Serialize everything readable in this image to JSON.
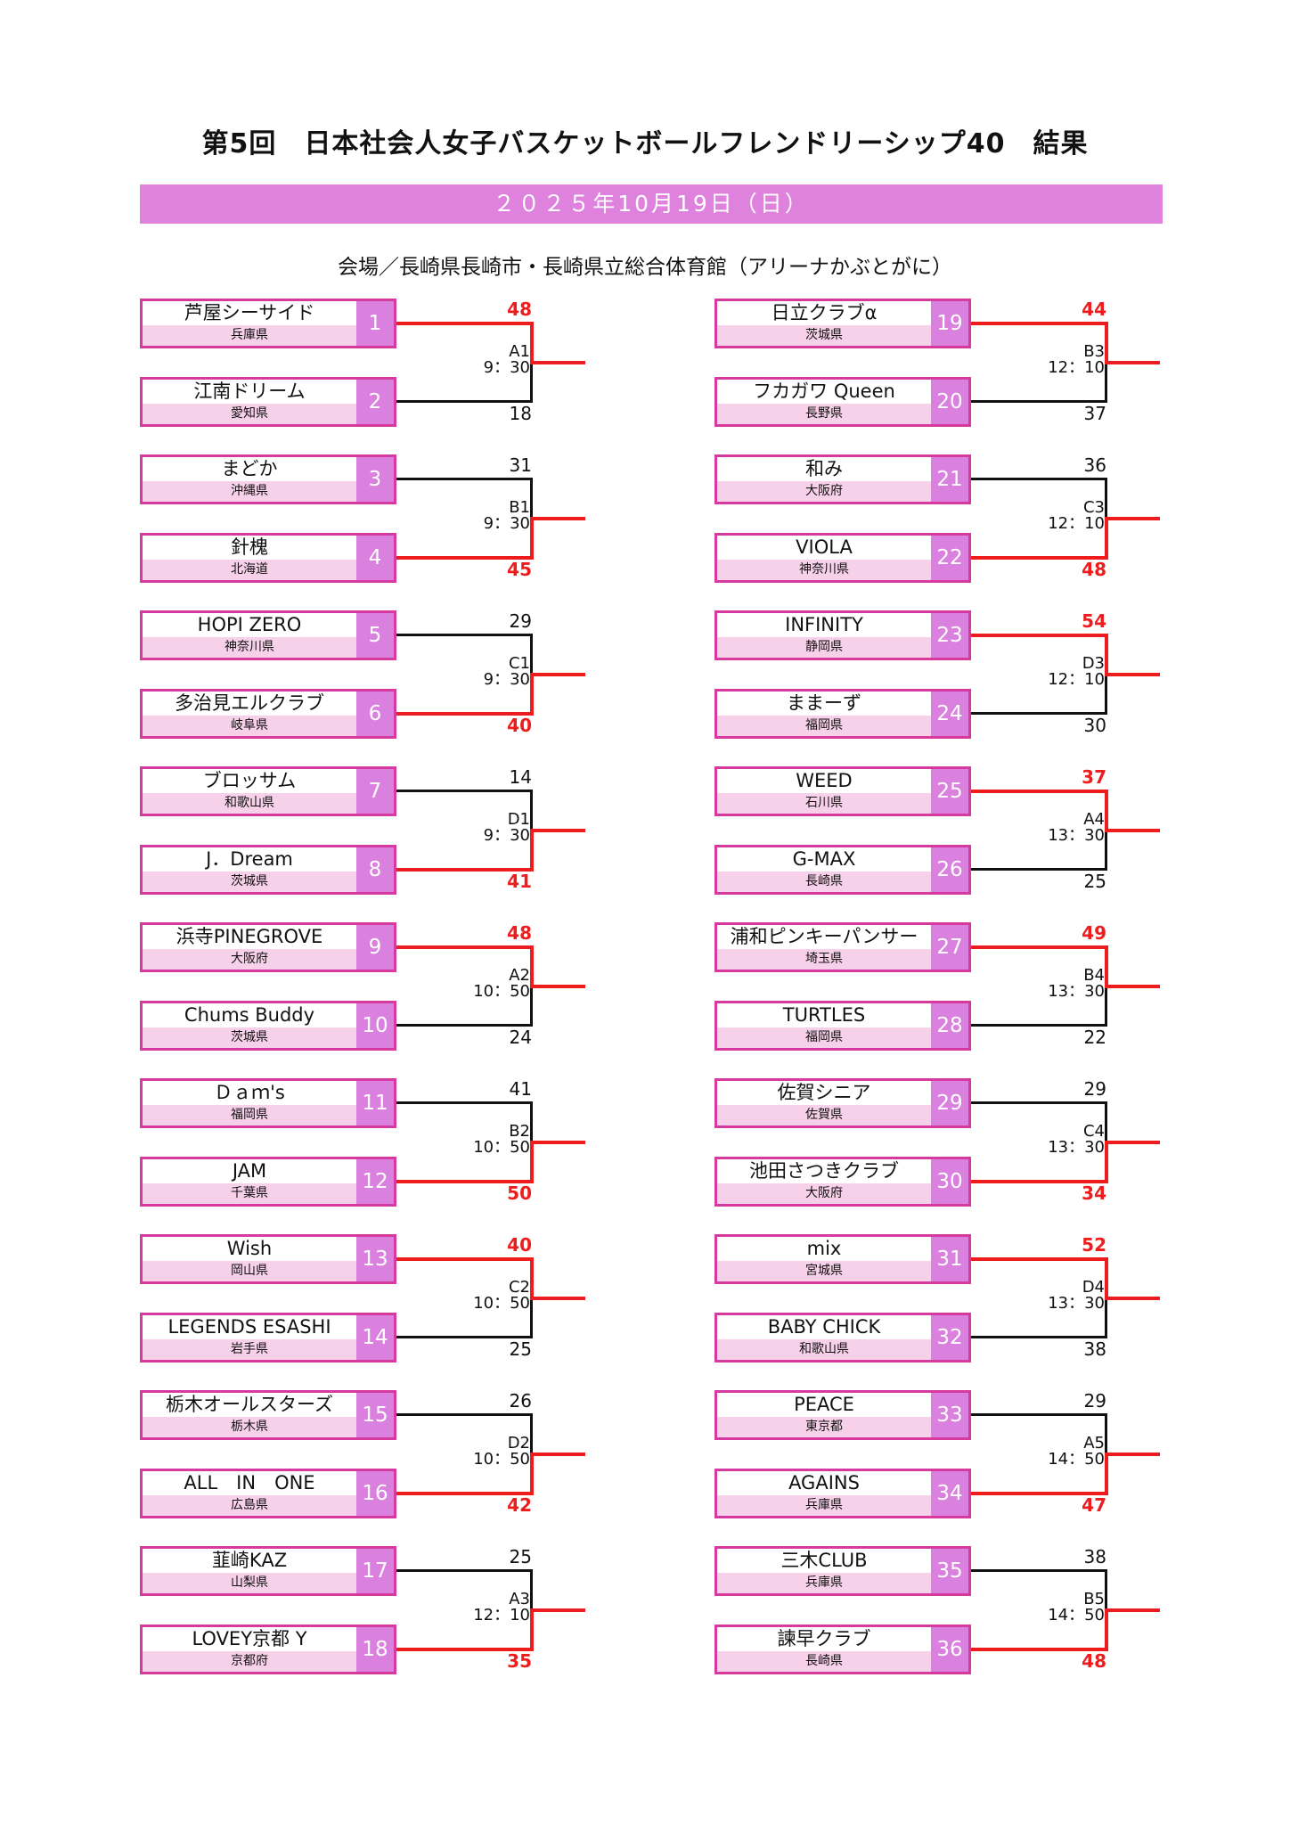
{
  "header": {
    "title": "第5回　日本社会人女子バスケットボールフレンドリーシップ40　結果",
    "date": "２０２５年10月19日（日）",
    "venue": "会場／長崎県長崎市・長崎県立総合体育館（アリーナかぶとがに）"
  },
  "colors": {
    "accent_bar": "#de82de",
    "team_border": "#d63a9e",
    "pref_bg": "#f7d0e9",
    "number_bg": "#da80df",
    "winner_line": "#ee1c1c",
    "loser_line": "#111111"
  },
  "teams": [
    {
      "no": "1",
      "name": "芦屋シーサイド",
      "pref": "兵庫県"
    },
    {
      "no": "2",
      "name": "江南ドリーム",
      "pref": "愛知県"
    },
    {
      "no": "3",
      "name": "まどか",
      "pref": "沖縄県"
    },
    {
      "no": "4",
      "name": "針槐",
      "pref": "北海道"
    },
    {
      "no": "5",
      "name": "HOPI ZERO",
      "pref": "神奈川県"
    },
    {
      "no": "6",
      "name": "多治見エルクラブ",
      "pref": "岐阜県"
    },
    {
      "no": "7",
      "name": "ブロッサム",
      "pref": "和歌山県"
    },
    {
      "no": "8",
      "name": "J．Dream",
      "pref": "茨城県"
    },
    {
      "no": "9",
      "name": "浜寺PINEGROVE",
      "pref": "大阪府"
    },
    {
      "no": "10",
      "name": "Chums Buddy",
      "pref": "茨城県"
    },
    {
      "no": "11",
      "name": "Ｄａｍ's",
      "pref": "福岡県"
    },
    {
      "no": "12",
      "name": "JAM",
      "pref": "千葉県"
    },
    {
      "no": "13",
      "name": "Wish",
      "pref": "岡山県"
    },
    {
      "no": "14",
      "name": "LEGENDS ESASHI",
      "pref": "岩手県"
    },
    {
      "no": "15",
      "name": "栃木オールスターズ",
      "pref": "栃木県"
    },
    {
      "no": "16",
      "name": "ALL　IN　ONE",
      "pref": "広島県"
    },
    {
      "no": "17",
      "name": "韮崎KAZ",
      "pref": "山梨県"
    },
    {
      "no": "18",
      "name": "LOVEY京都 Y",
      "pref": "京都府"
    },
    {
      "no": "19",
      "name": "日立クラブα",
      "pref": "茨城県"
    },
    {
      "no": "20",
      "name": "フカガワ Queen",
      "pref": "長野県"
    },
    {
      "no": "21",
      "name": "和み",
      "pref": "大阪府"
    },
    {
      "no": "22",
      "name": "VIOLA",
      "pref": "神奈川県"
    },
    {
      "no": "23",
      "name": "INFINITY",
      "pref": "静岡県"
    },
    {
      "no": "24",
      "name": "ままーず",
      "pref": "福岡県"
    },
    {
      "no": "25",
      "name": "WEED",
      "pref": "石川県"
    },
    {
      "no": "26",
      "name": "G-MAX",
      "pref": "長崎県"
    },
    {
      "no": "27",
      "name": "浦和ピンキーパンサー",
      "pref": "埼玉県"
    },
    {
      "no": "28",
      "name": "TURTLES",
      "pref": "福岡県"
    },
    {
      "no": "29",
      "name": "佐賀シニア",
      "pref": "佐賀県"
    },
    {
      "no": "30",
      "name": "池田さつきクラブ",
      "pref": "大阪府"
    },
    {
      "no": "31",
      "name": "mix",
      "pref": "宮城県"
    },
    {
      "no": "32",
      "name": "BABY CHICK",
      "pref": "和歌山県"
    },
    {
      "no": "33",
      "name": "PEACE",
      "pref": "東京都"
    },
    {
      "no": "34",
      "name": "AGAINS",
      "pref": "兵庫県"
    },
    {
      "no": "35",
      "name": "三木CLUB",
      "pref": "兵庫県"
    },
    {
      "no": "36",
      "name": "諫早クラブ",
      "pref": "長崎県"
    }
  ],
  "matches": [
    {
      "code": "A1",
      "time": "9：30",
      "top_score": "48",
      "bottom_score": "18",
      "winner": "top"
    },
    {
      "code": "B1",
      "time": "9：30",
      "top_score": "31",
      "bottom_score": "45",
      "winner": "bottom"
    },
    {
      "code": "C1",
      "time": "9：30",
      "top_score": "29",
      "bottom_score": "40",
      "winner": "bottom"
    },
    {
      "code": "D1",
      "time": "9：30",
      "top_score": "14",
      "bottom_score": "41",
      "winner": "bottom"
    },
    {
      "code": "A2",
      "time": "10：50",
      "top_score": "48",
      "bottom_score": "24",
      "winner": "top"
    },
    {
      "code": "B2",
      "time": "10：50",
      "top_score": "41",
      "bottom_score": "50",
      "winner": "bottom"
    },
    {
      "code": "C2",
      "time": "10：50",
      "top_score": "40",
      "bottom_score": "25",
      "winner": "top"
    },
    {
      "code": "D2",
      "time": "10：50",
      "top_score": "26",
      "bottom_score": "42",
      "winner": "bottom"
    },
    {
      "code": "A3",
      "time": "12：10",
      "top_score": "25",
      "bottom_score": "35",
      "winner": "bottom"
    },
    {
      "code": "B3",
      "time": "12：10",
      "top_score": "44",
      "bottom_score": "37",
      "winner": "top"
    },
    {
      "code": "C3",
      "time": "12：10",
      "top_score": "36",
      "bottom_score": "48",
      "winner": "bottom"
    },
    {
      "code": "D3",
      "time": "12：10",
      "top_score": "54",
      "bottom_score": "30",
      "winner": "top"
    },
    {
      "code": "A4",
      "time": "13：30",
      "top_score": "37",
      "bottom_score": "25",
      "winner": "top"
    },
    {
      "code": "B4",
      "time": "13：30",
      "top_score": "49",
      "bottom_score": "22",
      "winner": "top"
    },
    {
      "code": "C4",
      "time": "13：30",
      "top_score": "29",
      "bottom_score": "34",
      "winner": "bottom"
    },
    {
      "code": "D4",
      "time": "13：30",
      "top_score": "52",
      "bottom_score": "38",
      "winner": "top"
    },
    {
      "code": "A5",
      "time": "14：50",
      "top_score": "29",
      "bottom_score": "47",
      "winner": "bottom"
    },
    {
      "code": "B5",
      "time": "14：50",
      "top_score": "38",
      "bottom_score": "48",
      "winner": "bottom"
    }
  ]
}
